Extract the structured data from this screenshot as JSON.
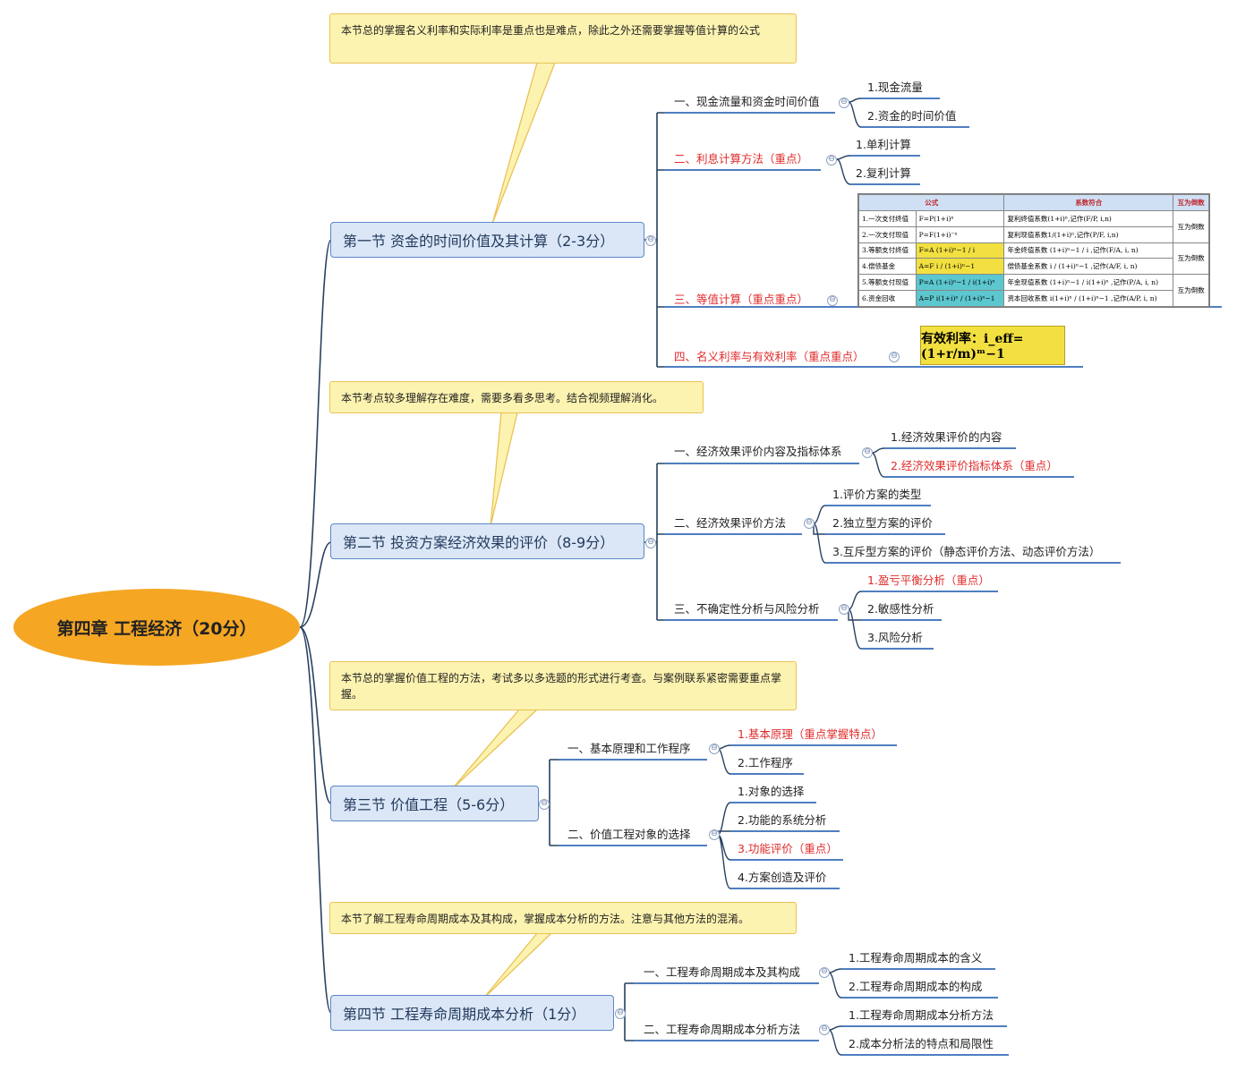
{
  "root": {
    "title": "第四章 工程经济（20分）"
  },
  "sections": [
    {
      "title": "第一节 资金的时间价值及其计算（2-3分）",
      "note": "本节总的掌握名义利率和实际利率是重点也是难点，除此之外还需要掌握等值计算的公式",
      "items": [
        {
          "label": "一、现金流量和资金时间价值",
          "children": [
            "1.现金流量",
            "2.资金的时间价值"
          ]
        },
        {
          "label": "二、利息计算方法（重点）",
          "children": [
            "1.单利计算",
            "2.复利计算"
          ]
        },
        {
          "label": "三、等值计算（重点重点）",
          "children": []
        },
        {
          "label": "四、名义利率与有效利率（重点重点）",
          "children": []
        }
      ]
    },
    {
      "title": "第二节 投资方案经济效果的评价（8-9分）",
      "note": "本节考点较多理解存在难度，需要多看多思考。结合视频理解消化。",
      "items": [
        {
          "label": "一、经济效果评价内容及指标体系",
          "children": [
            "1.经济效果评价的内容",
            "2.经济效果评价指标体系（重点）"
          ]
        },
        {
          "label": "二、经济效果评价方法",
          "children": [
            "1.评价方案的类型",
            "2.独立型方案的评价",
            "3.互斥型方案的评价（静态评价方法、动态评价方法）"
          ]
        },
        {
          "label": "三、不确定性分析与风险分析",
          "children": [
            "1.盈亏平衡分析（重点）",
            "2.敏感性分析",
            "3.风险分析"
          ]
        }
      ]
    },
    {
      "title": "第三节 价值工程（5-6分）",
      "note": "本节总的掌握价值工程的方法，考试多以多选题的形式进行考查。与案例联系紧密需要重点掌握。",
      "items": [
        {
          "label": "一、基本原理和工作程序",
          "children": [
            "1.基本原理（重点掌握特点）",
            "2.工作程序"
          ]
        },
        {
          "label": "二、价值工程对象的选择",
          "children": [
            "1.对象的选择",
            "2.功能的系统分析",
            "3.功能评价（重点）",
            "4.方案创造及评价"
          ]
        }
      ]
    },
    {
      "title": "第四节 工程寿命周期成本分析（1分）",
      "note": "本节了解工程寿命周期成本及其构成，掌握成本分析的方法。注意与其他方法的混淆。",
      "items": [
        {
          "label": "一、工程寿命周期成本及其构成",
          "children": [
            "1.工程寿命周期成本的含义",
            "2.工程寿命周期成本的构成"
          ]
        },
        {
          "label": "二、工程寿命周期成本分析方法",
          "children": [
            "1.工程寿命周期成本分析方法",
            "2.成本分析法的特点和局限性"
          ]
        }
      ]
    }
  ],
  "table_image": {
    "headers": [
      "公式",
      "系数符合",
      "互为倒数"
    ],
    "rows": [
      [
        "1.一次支付终值",
        "F=P(1+i)ⁿ",
        "复利终值系数(1+i)ⁿ,记作(F/P, i,n)",
        "互为倒数"
      ],
      [
        "2.一次支付现值",
        "P=F(1+i)⁻ⁿ",
        "复利现值系数1/(1+i)ⁿ,记作(P/F, i,n)",
        ""
      ],
      [
        "3.等额支付终值",
        "F=A (1+i)ⁿ−1 / i",
        "年金终值系数 (1+i)ⁿ−1 / i ,记作(F/A, i, n)",
        "互为倒数"
      ],
      [
        "4.偿债基金",
        "A=F i / (1+i)ⁿ−1",
        "偿债基金系数 i / (1+i)ⁿ−1 ,记作(A/F, i, n)",
        ""
      ],
      [
        "5.等额支付现值",
        "P=A (1+i)ⁿ−1 / i(1+i)ⁿ",
        "年金现值系数 (1+i)ⁿ−1 / i(1+i)ⁿ ,记作(P/A, i, n)",
        "互为倒数"
      ],
      [
        "6.资金回收",
        "A=P i(1+i)ⁿ / (1+i)ⁿ−1",
        "资本回收系数 i(1+i)ⁿ / (1+i)ⁿ−1 ,记作(A/P, i, n)",
        ""
      ]
    ]
  },
  "formula_image": {
    "text": "有效利率：i_eff=(1+r/m)ᵐ−1"
  },
  "colors": {
    "root": "#f5a623",
    "section_bg": "#dbe7f7",
    "line": "#27415f",
    "branch_line": "#5b86c5",
    "note_bg": "#fdf3b0",
    "emphasis": "#e02b2b"
  }
}
